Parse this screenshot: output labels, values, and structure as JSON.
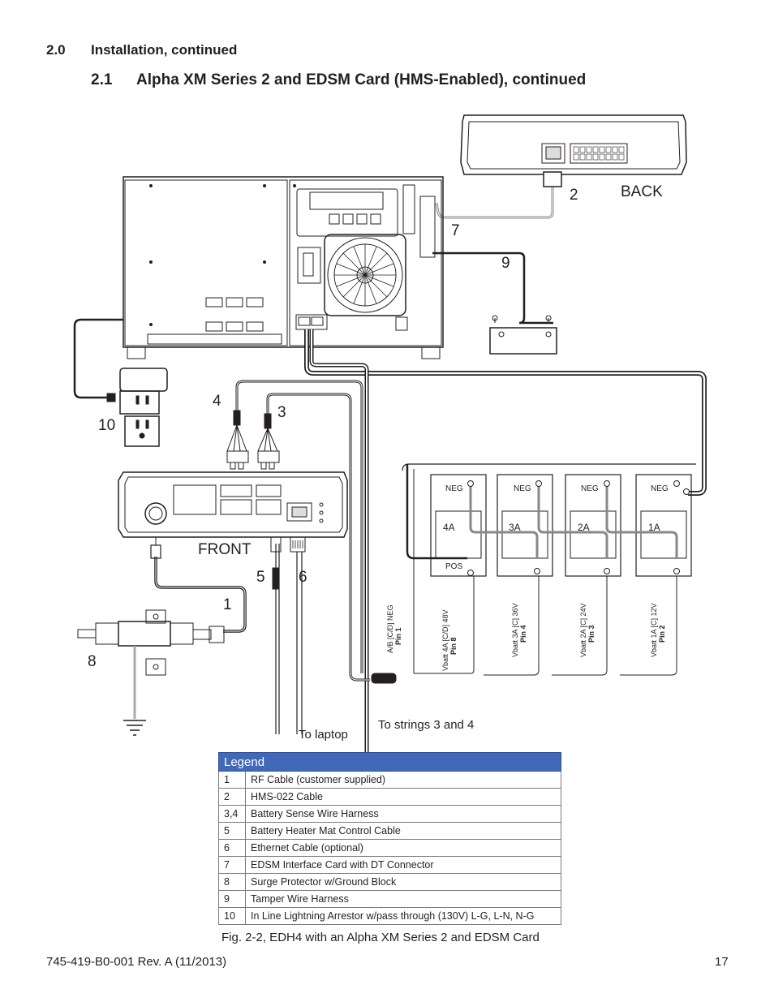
{
  "section": {
    "number": "2.0",
    "title": "Installation, continued"
  },
  "subsection": {
    "number": "2.1",
    "title": "Alpha XM Series 2 and EDSM Card (HMS-Enabled), continued"
  },
  "diagram": {
    "back_label": "BACK",
    "front_label": "FRONT",
    "callouts": [
      "1",
      "2",
      "3",
      "4",
      "5",
      "6",
      "7",
      "8",
      "9",
      "10"
    ],
    "to_laptop": "To laptop",
    "to_strings": "To strings 3 and 4",
    "batteries": [
      {
        "id": "4A",
        "neg": "NEG",
        "pos": "POS"
      },
      {
        "id": "3A",
        "neg": "NEG"
      },
      {
        "id": "2A",
        "neg": "NEG"
      },
      {
        "id": "1A",
        "neg": "NEG"
      }
    ],
    "wire_labels": [
      {
        "line1": "A/B [C/D] NEG",
        "line2": "Pin 1"
      },
      {
        "line1": "Vbatt 4A [C/D] 48V",
        "line2": "Pin 8"
      },
      {
        "line1": "Vbatt 3A [C] 36V",
        "line2": "Pin 4"
      },
      {
        "line1": "Vbatt 2A [C] 24V",
        "line2": "Pin 3"
      },
      {
        "line1": "Vbatt 1A [C] 12V",
        "line2": "Pin 2"
      }
    ]
  },
  "legend": {
    "title": "Legend",
    "rows": [
      {
        "id": "1",
        "text": "RF Cable (customer supplied)"
      },
      {
        "id": "2",
        "text": "HMS-022 Cable"
      },
      {
        "id": "3,4",
        "text": "Battery Sense Wire Harness"
      },
      {
        "id": "5",
        "text": "Battery Heater Mat Control Cable"
      },
      {
        "id": "6",
        "text": "Ethernet Cable (optional)"
      },
      {
        "id": "7",
        "text": "EDSM Interface Card with DT Connector"
      },
      {
        "id": "8",
        "text": "Surge Protector w/Ground Block"
      },
      {
        "id": "9",
        "text": "Tamper Wire Harness"
      },
      {
        "id": "10",
        "text": "In Line Lightning Arrestor w/pass through (130V) L-G, L-N, N-G"
      }
    ]
  },
  "caption": "Fig. 2-2, EDH4 with an Alpha XM Series 2 and EDSM Card",
  "footer": {
    "doc_id": "745-419-B0-001 Rev. A (11/2013)",
    "page": "17"
  }
}
